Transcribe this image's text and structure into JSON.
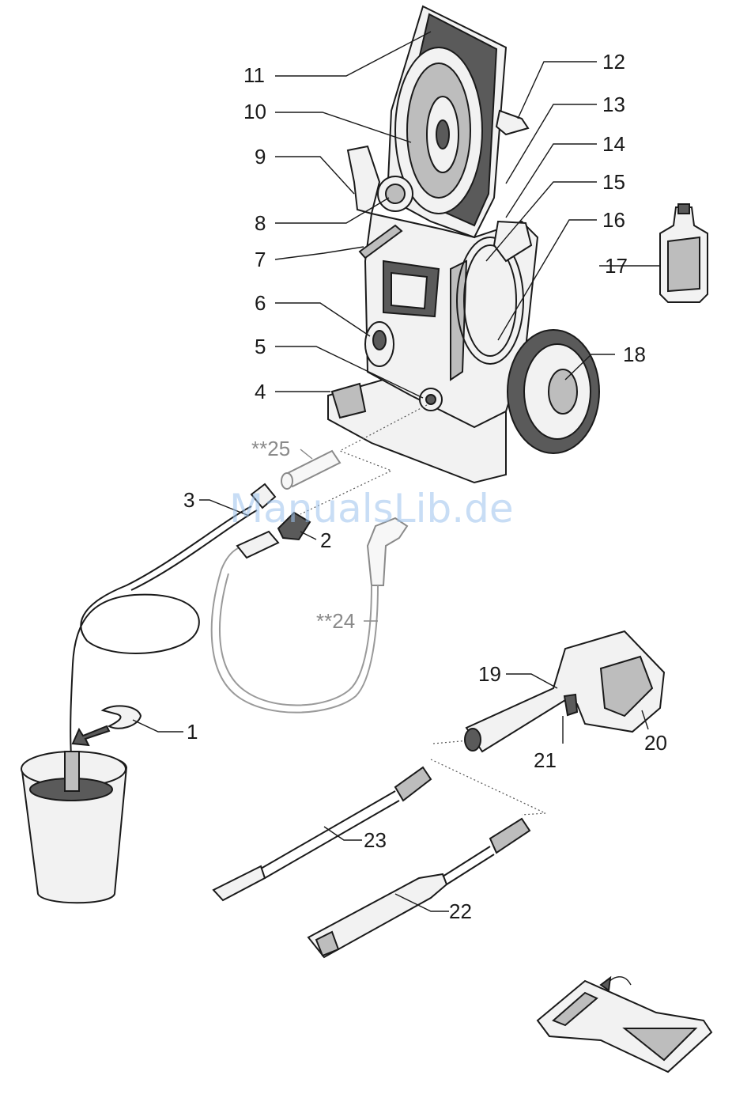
{
  "diagram": {
    "labels": [
      {
        "id": "1",
        "text": "1"
      },
      {
        "id": "2",
        "text": "2"
      },
      {
        "id": "3",
        "text": "3"
      },
      {
        "id": "4",
        "text": "4"
      },
      {
        "id": "5",
        "text": "5"
      },
      {
        "id": "6",
        "text": "6"
      },
      {
        "id": "7",
        "text": "7"
      },
      {
        "id": "8",
        "text": "8"
      },
      {
        "id": "9",
        "text": "9"
      },
      {
        "id": "10",
        "text": "10"
      },
      {
        "id": "11",
        "text": "11"
      },
      {
        "id": "12",
        "text": "12"
      },
      {
        "id": "13",
        "text": "13"
      },
      {
        "id": "14",
        "text": "14"
      },
      {
        "id": "15",
        "text": "15"
      },
      {
        "id": "16",
        "text": "16"
      },
      {
        "id": "17",
        "text": "17"
      },
      {
        "id": "18",
        "text": "18"
      },
      {
        "id": "19",
        "text": "19"
      },
      {
        "id": "20",
        "text": "20"
      },
      {
        "id": "21",
        "text": "21"
      },
      {
        "id": "22",
        "text": "22"
      },
      {
        "id": "23",
        "text": "23"
      },
      {
        "id": "24",
        "text": "**24"
      },
      {
        "id": "25",
        "text": "**25"
      }
    ],
    "watermark": "ManualsLib.de"
  }
}
